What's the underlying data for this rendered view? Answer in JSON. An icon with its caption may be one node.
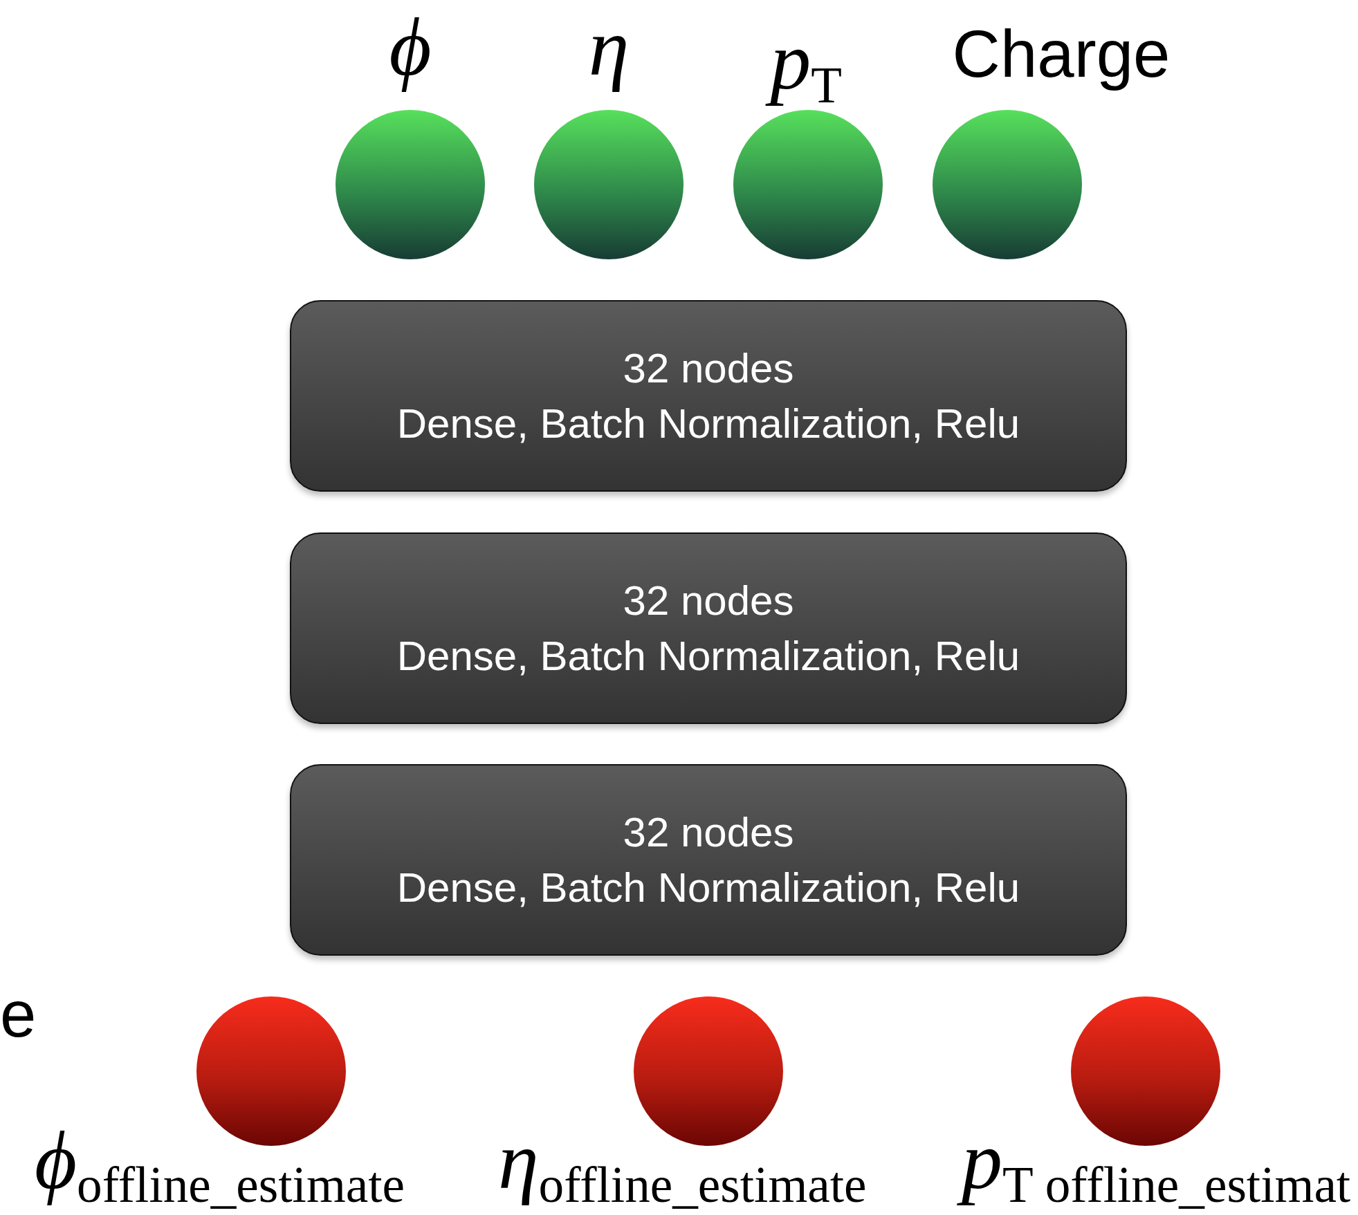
{
  "diagram": {
    "nodes": [
      {
        "text": [
          "ϕ"
        ]
      },
      {
        "text": [
          "η"
        ]
      },
      {
        "text": [
          "*p*$_{T}$"
        ]
      },
      {
        "text": [
          "Charge"
        ]
      },
      {
        "text": [
          "32 nodes",
          "Dense, Batch Normalization, Relu"
        ]
      },
      {
        "text": [
          "32 nodes",
          "Dense, Batch Normalization, Relu"
        ]
      },
      {
        "text": [
          "32 nodes",
          "Dense, Batch Normalization, Relu"
        ]
      },
      {
        "text": [
          "*ϕ*$_{offline_estimate}$"
        ]
      },
      {
        "text": [
          "*η*$_{offline_estimate}$"
        ]
      },
      {
        "text": [
          "*p*$_{T offline_estimat}$"
        ]
      }
    ],
    "labels": [
      "e"
    ]
  }
}
